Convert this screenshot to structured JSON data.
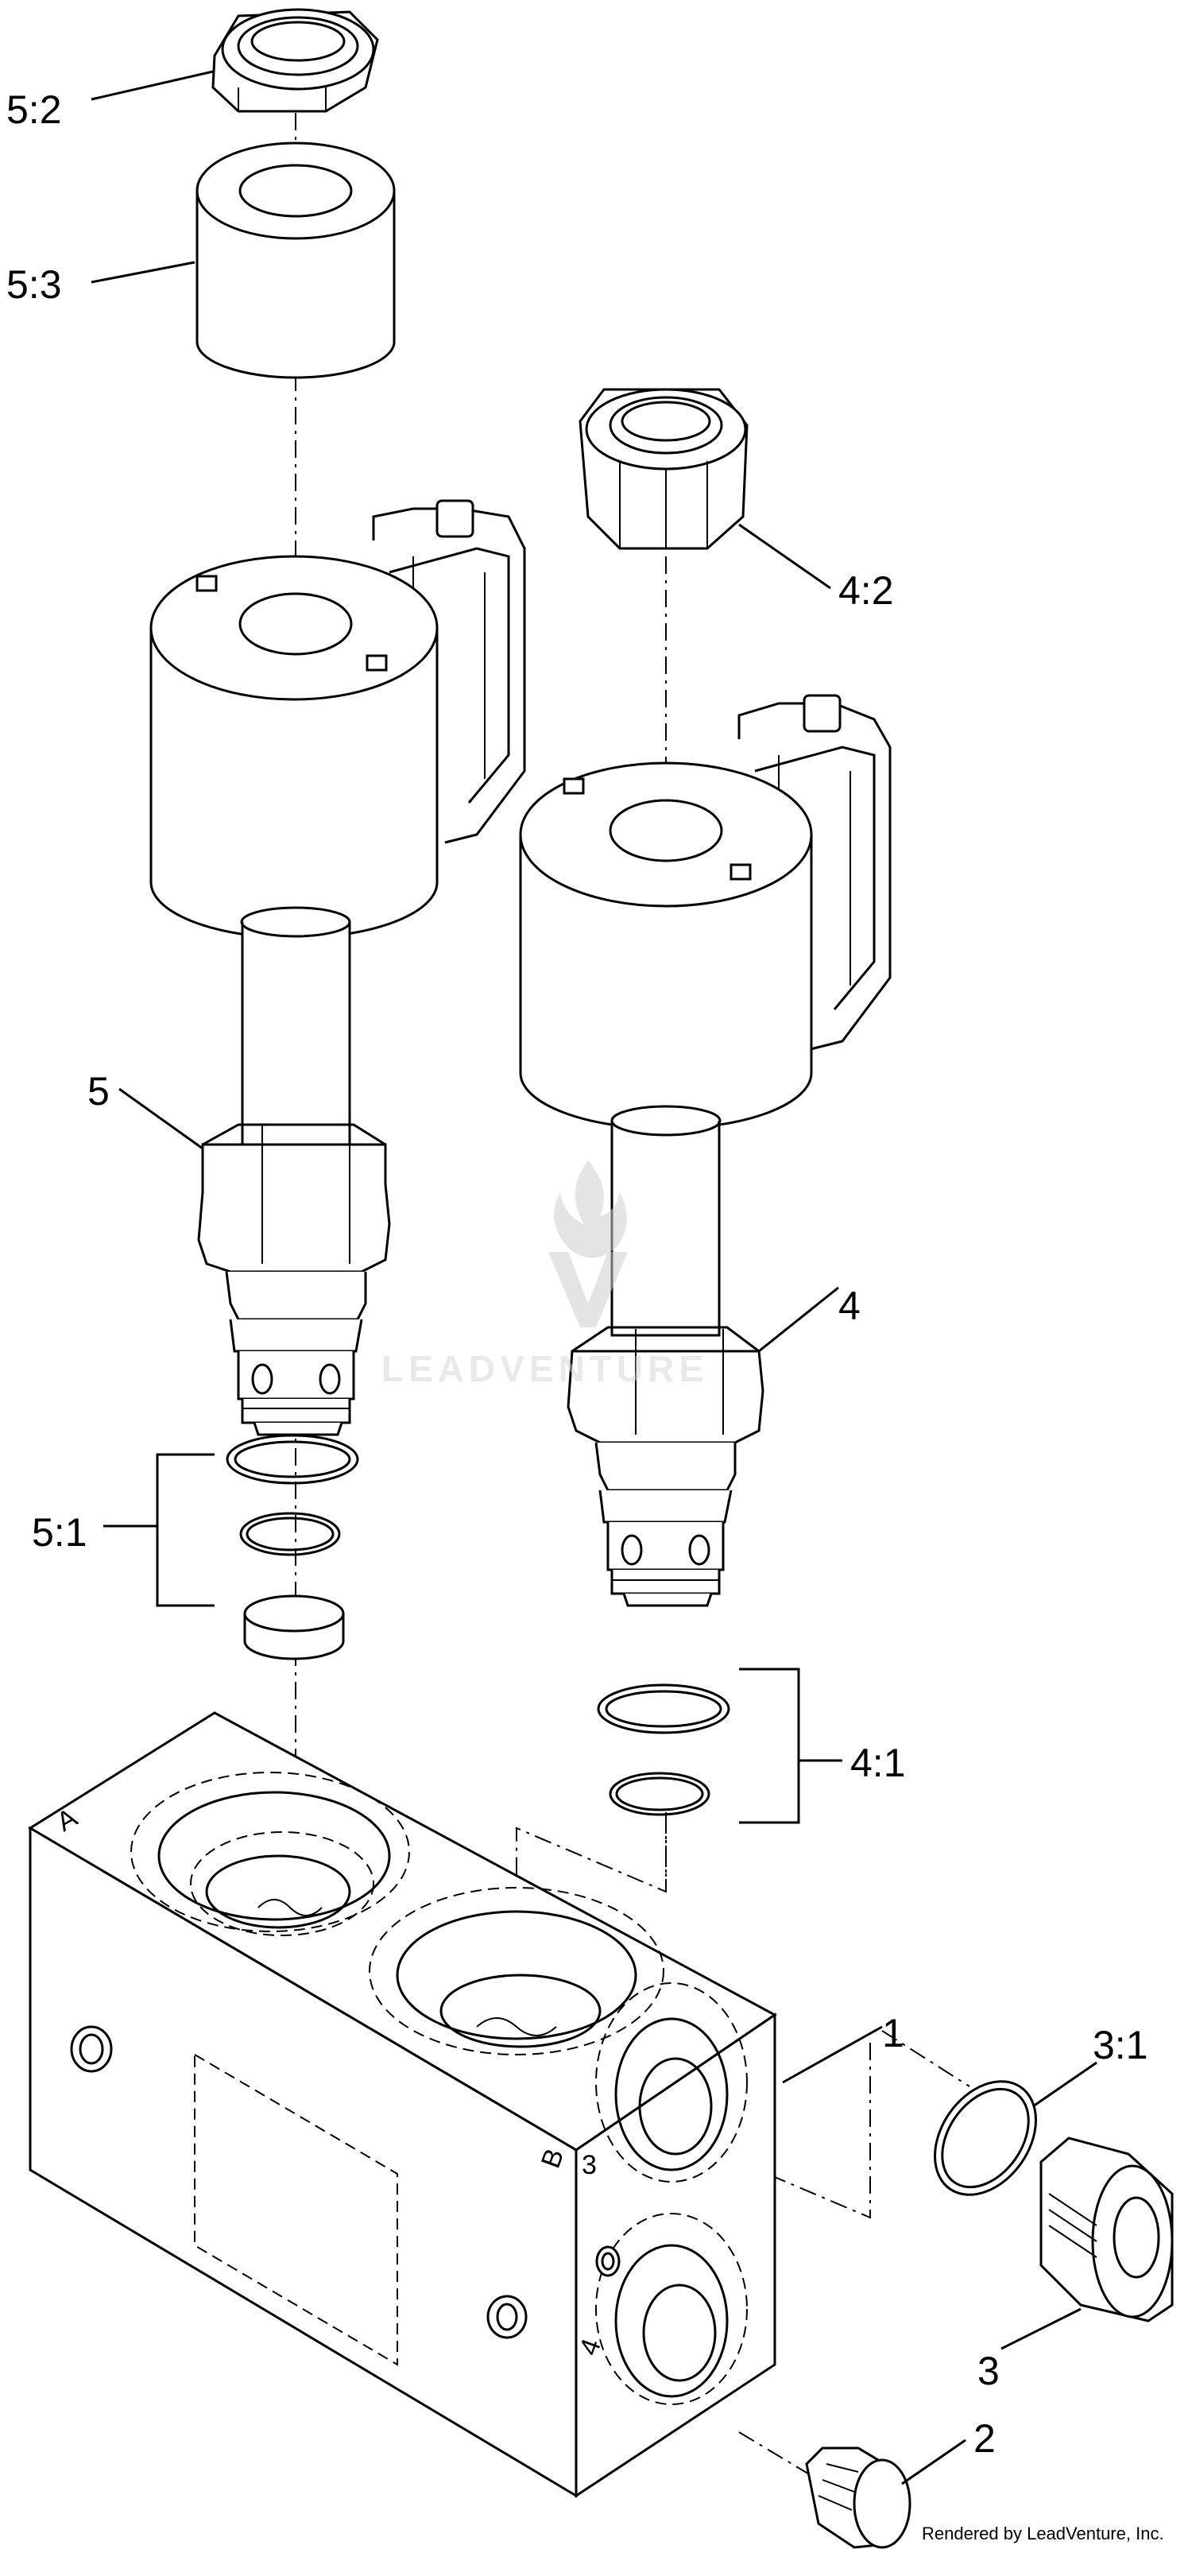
{
  "diagram": {
    "callouts": [
      {
        "id": "5-2",
        "text": "5:2"
      },
      {
        "id": "5-3",
        "text": "5:3"
      },
      {
        "id": "4-2",
        "text": "4:2"
      },
      {
        "id": "5",
        "text": "5"
      },
      {
        "id": "4",
        "text": "4"
      },
      {
        "id": "5-1",
        "text": "5:1"
      },
      {
        "id": "4-1",
        "text": "4:1"
      },
      {
        "id": "1",
        "text": "1"
      },
      {
        "id": "3-1",
        "text": "3:1"
      },
      {
        "id": "3",
        "text": "3"
      },
      {
        "id": "2",
        "text": "2"
      }
    ],
    "port_letters": {
      "a": "A",
      "b": "B",
      "three": "3",
      "four": "4"
    },
    "watermark": "LEADVENTURE",
    "footer": "Rendered by LeadVenture, Inc."
  }
}
